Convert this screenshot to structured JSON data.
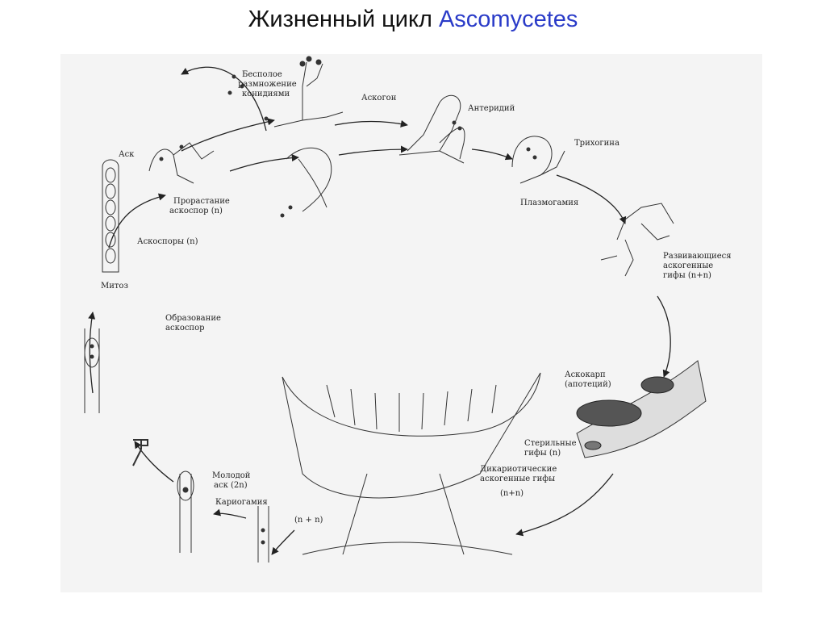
{
  "title": {
    "main": "Жизненный цикл",
    "accent": "Ascomycetes",
    "accent_color": "#2a3bc8"
  },
  "labels": {
    "bespoloe_1": "Бесполое",
    "bespoloe_2": "размножение",
    "bespoloe_3": "конидиями",
    "askogon": "Аскогон",
    "anteridiy": "Антеридий",
    "trihogina": "Трихогина",
    "plazmogamiya": "Плазмогамия",
    "razv_1": "Развивающиеся",
    "razv_2": "аскогенные",
    "razv_3": "гифы (n+n)",
    "askokarp_1": "Аскокарп",
    "askokarp_2": "(апотеций)",
    "steril_1": "Стерильные",
    "steril_2": "гифы (n)",
    "dikar_1": "Дикариотические",
    "dikar_2": "аскогенные гифы",
    "dikar_3": "(n+n)",
    "nn": "(n + n)",
    "kariogamiya": "Кариогамия",
    "molodoy_1": "Молодой",
    "molodoy_2": "аск (2n)",
    "mitoz": "Митоз",
    "obraz_1": "Образование",
    "obraz_2": "аскоспор",
    "askospory": "Аскоспоры (n)",
    "ask": "Аск",
    "prorast_1": "Прорастание",
    "prorast_2": "аскоспор (n)"
  },
  "colors": {
    "ink": "#222222",
    "figure_bg": "#f4f4f4"
  }
}
